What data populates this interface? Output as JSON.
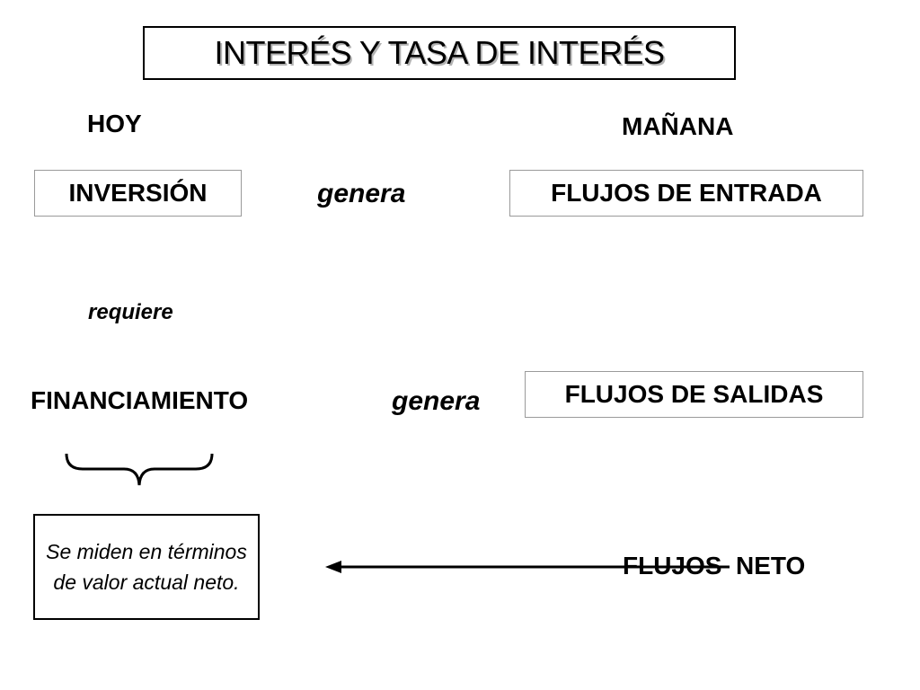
{
  "title": "INTERÉS Y TASA DE INTERÉS",
  "labels": {
    "hoy": "HOY",
    "manana": "MAÑANA",
    "inversion": "INVERSIÓN",
    "genera_top": "genera",
    "flujos_entrada": "FLUJOS DE ENTRADA",
    "requiere": "requiere",
    "financiamiento": "FINANCIAMIENTO",
    "genera_bottom": "genera",
    "flujos_salidas": "FLUJOS DE SALIDAS",
    "flujos_neto": "FLUJOS  NETO"
  },
  "note": "Se miden en términos de valor actual neto."
}
